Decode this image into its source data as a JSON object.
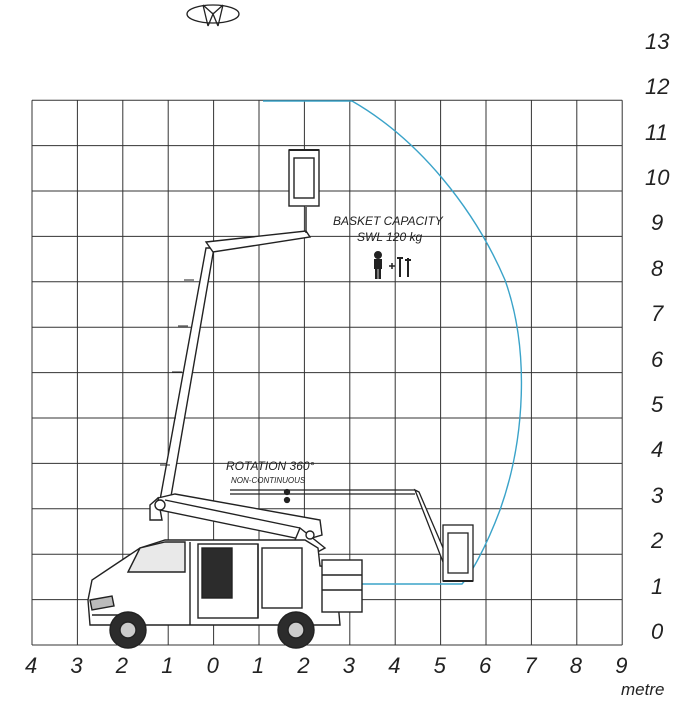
{
  "diagram": {
    "x_axis": {
      "ticks": [
        "4",
        "3",
        "2",
        "1",
        "0",
        "1",
        "2",
        "3",
        "4",
        "5",
        "6",
        "7",
        "8",
        "9"
      ],
      "unit": "metre"
    },
    "y_axis": {
      "ticks": [
        "0",
        "1",
        "2",
        "3",
        "4",
        "5",
        "6",
        "7",
        "8",
        "9",
        "10",
        "11",
        "12",
        "13"
      ]
    },
    "annotations": {
      "basket_capacity": "BASKET CAPACITY",
      "swl": "SWL 120 kg",
      "rotation": "ROTATION 360°",
      "non_continuous": "NON-CONTINUOUS",
      "people_plus_tools_icon": "person-plus-tools-icon"
    },
    "envelope_color": "#3aa3c9",
    "grid_color": "#333333"
  }
}
